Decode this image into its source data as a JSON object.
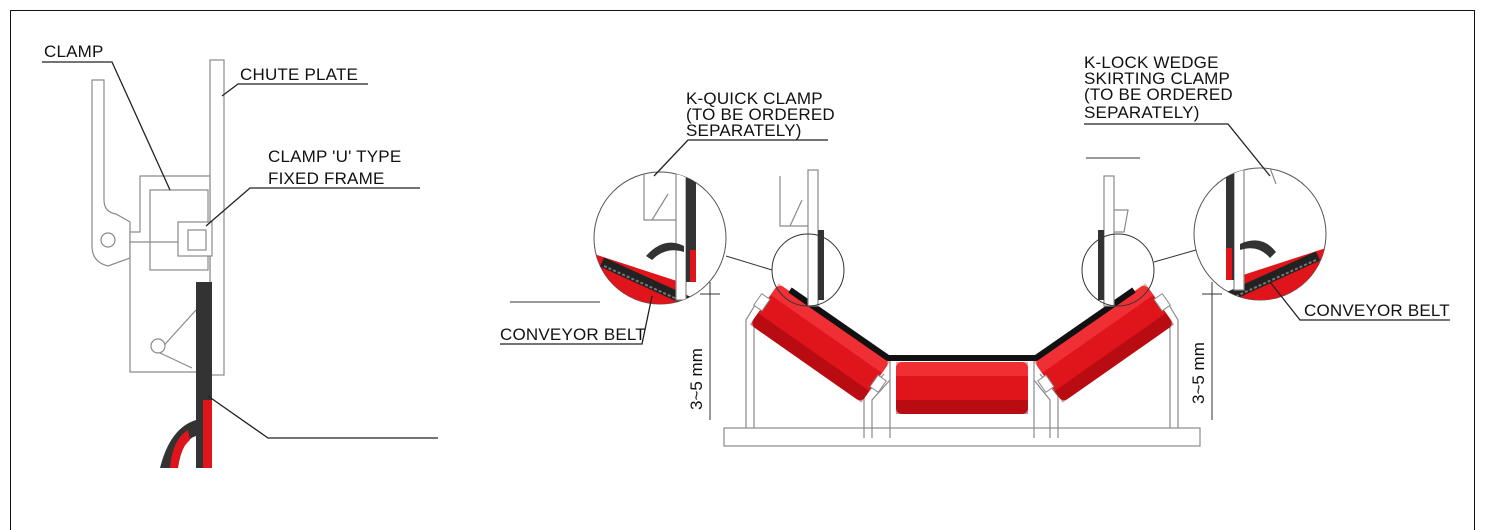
{
  "labels": {
    "clamp": "CLAMP",
    "chute_plate": "CHUTE PLATE",
    "clamp_u_type_1": "CLAMP 'U' TYPE",
    "clamp_u_type_2": "FIXED FRAME",
    "k_quick_1": "K-QUICK CLAMP",
    "k_quick_2": "(TO BE ORDERED",
    "k_quick_3": "SEPARATELY)",
    "k_lock_1": "K-LOCK WEDGE",
    "k_lock_2": "SKIRTING CLAMP",
    "k_lock_3": "(TO BE ORDERED",
    "k_lock_4": "SEPARATELY)",
    "conveyor_belt_left": "CONVEYOR BELT",
    "conveyor_belt_right": "CONVEYOR BELT",
    "gap_left": "3~5 mm",
    "gap_right": "3~5 mm"
  },
  "colors": {
    "rubber_red": "#e0141b",
    "belt_black": "#111111",
    "steel_grey": "#8a8a8a"
  }
}
